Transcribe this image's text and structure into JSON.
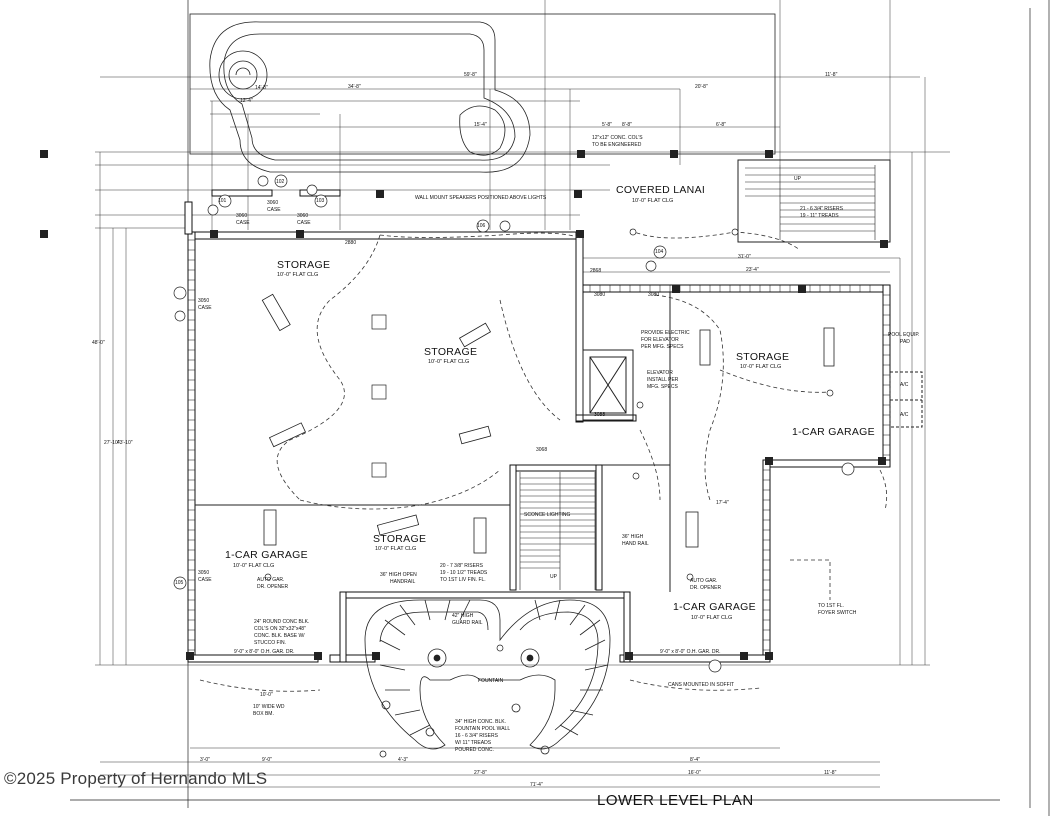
{
  "plan": {
    "title": "LOWER LEVEL PLAN",
    "watermark": "©2025 Property of Hernando MLS"
  },
  "rooms": {
    "storage_west": {
      "name": "STORAGE",
      "ceiling": "10'-0\" FLAT CLG"
    },
    "storage_center": {
      "name": "STORAGE",
      "ceiling": "10'-0\" FLAT CLG"
    },
    "storage_east": {
      "name": "STORAGE",
      "ceiling": "10'-0\" FLAT CLG"
    },
    "storage_south": {
      "name": "STORAGE",
      "ceiling": "10'-0\" FLAT CLG"
    },
    "covered_lanai": {
      "name": "COVERED LANAI",
      "ceiling": "10'-0\" FLAT CLG"
    },
    "garage_west": {
      "name": "1-CAR GARAGE",
      "ceiling": "10'-0\" FLAT CLG"
    },
    "garage_center": {
      "name": "1-CAR GARAGE",
      "ceiling": "10'-0\" FLAT CLG"
    },
    "garage_east": {
      "name": "1-CAR GARAGE"
    }
  },
  "notes": {
    "conc_cols": "12\"x12\" CONC. COL'S",
    "to_be_engineered": "TO BE ENGINEERED",
    "speakers": "WALL MOUNT SPEAKERS POSITIONED ABOVE LIGHTS",
    "lanai_risers": "21 - 6 3/4\" RISERS",
    "lanai_treads": "19 - 11\" TREADS",
    "provide_electric": "PROVIDE ELECTRIC",
    "for_elevator": "FOR ELEVATOR",
    "per_mfg_specs": "PER MFG. SPECS",
    "elevator": "ELEVATOR",
    "install_per": "INSTALL PER",
    "mfg_specs": "MFG. SPECS",
    "pool_equip": "POOL EQUIP.",
    "pad": "PAD",
    "ac": "A/C",
    "sconce_lighting": "SCONCE LIGHTING",
    "hand_rail_36": "36\" HIGH",
    "hand_rail": "HAND RAIL",
    "open_handrail": "36\" HIGH OPEN",
    "handrail": "HANDRAIL",
    "auto_gar": "AUTO GAR.",
    "dr_opener": "DR. OPENER",
    "risers_20": "20 - 7 3/8\" RISERS",
    "treads_19": "19 - 10 1/2\" TREADS",
    "to_1st_liv": "TO 1ST LIV FIN. FL.",
    "up": "UP",
    "guard_42": "42\" HIGH",
    "guard_rail": "GUARD RAIL",
    "round_col_1": "24\" ROUND CONC BLK.",
    "round_col_2": "COL'S ON 32\"x32\"x48\"",
    "round_col_3": "CONC. BLK. BASE W/",
    "round_col_4": "STUCCO FIN.",
    "fountain": "FOUNTAIN",
    "fountain_wall_1": "34\" HIGH CONC. BLK.",
    "fountain_wall_2": "FOUNTAIN POOL WALL",
    "fountain_wall_3": "16 - 6 3/4\" RISERS",
    "fountain_wall_4": "W/ 11\" TREADS",
    "fountain_wall_5": "POURED CONC.",
    "box_bm_1": "10\" WIDE WD",
    "box_bm_2": "BOX BM.",
    "oh_dr_west": "9'-0\" x 8'-0\" O.H. GAR. DR.",
    "oh_dr_east": "9'-0\" x 8'-0\" O.H. GAR. DR.",
    "cans": "CANS MOUNTED IN SOFFIT",
    "to_1st_fl": "TO 1ST FL.",
    "foyer_switch": "FOYER SWITCH",
    "case": "CASE",
    "door_3050": "3050",
    "door_3060": "3060",
    "door_2880": "2880",
    "door_3068": "3068",
    "door_3080": "3080",
    "door_3088": "3088",
    "door_2868": "2868"
  },
  "tags": [
    "101",
    "102",
    "103",
    "104",
    "105",
    "106"
  ],
  "dims": {
    "top_1": "59'-8\"",
    "top_2": "20'-8\"",
    "top_3": "11'-8\"",
    "top_4": "34'-8\"",
    "top_5": "14'-8\"",
    "top_6": "12'-4\"",
    "top_7": "5'-8\"",
    "top_8": "15'-4\"",
    "top_9": "8'-8\"",
    "top_10": "6'-8\"",
    "bot_1": "27'-8\"",
    "bot_2": "16'-0\"",
    "bot_3": "11'-8\"",
    "bot_4": "71'-4\"",
    "bot_5": "3'-0\"",
    "bot_6": "9'-0\"",
    "bot_7": "4'-3\"",
    "bot_8": "8'-4\"",
    "mid_1": "31'-0\"",
    "mid_2": "23'-4\"",
    "mid_3": "17'-4\"",
    "mid_4": "10'-0\"",
    "left_1": "48'-0\"",
    "left_2": "27'-10\"",
    "left_3": "43'-10\""
  }
}
